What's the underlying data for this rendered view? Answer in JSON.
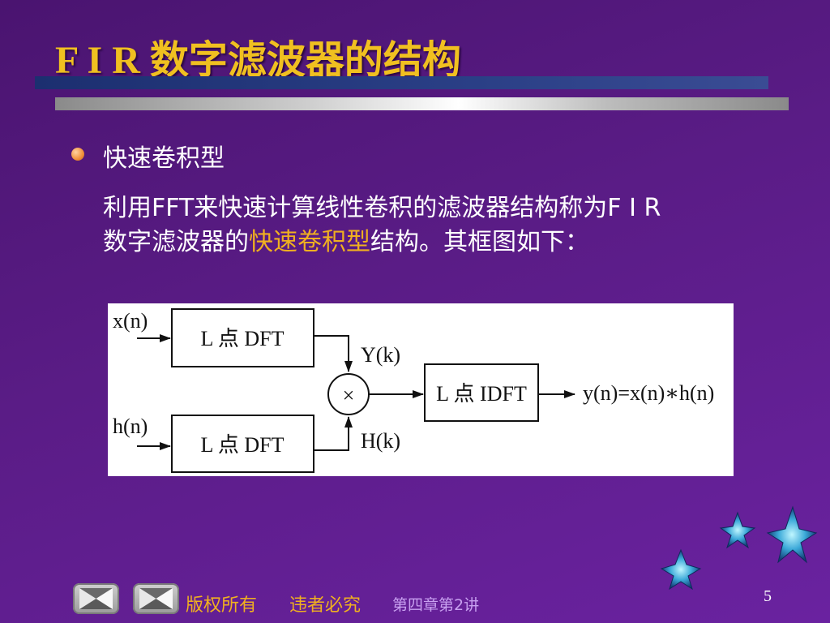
{
  "slide": {
    "title": "F I R 数字滤波器的结构",
    "bullet": "快速卷积型",
    "paragraph": {
      "part1": "利用FFT来快速计算线性卷积的滤波器结构称为F I R",
      "part2": "数字滤波器的",
      "highlight": "快速卷积型",
      "part3": "结构。其框图如下："
    },
    "page_number": "5"
  },
  "diagram": {
    "input_x": "x(n)",
    "input_h": "h(n)",
    "dft_top": "L 点 DFT",
    "dft_bottom": "L 点 DFT",
    "Y_label": "Y(k)",
    "H_label": "H(k)",
    "multiply": "×",
    "idft": "L 点 IDFT",
    "output": "y(n)=x(n)∗h(n)"
  },
  "footer": {
    "copyright": "版权所有",
    "warning": "违者必究",
    "chapter": "第四章第2讲"
  },
  "colors": {
    "title": "#f0c020",
    "highlight": "#f0b020",
    "background": "#5a1c86"
  }
}
